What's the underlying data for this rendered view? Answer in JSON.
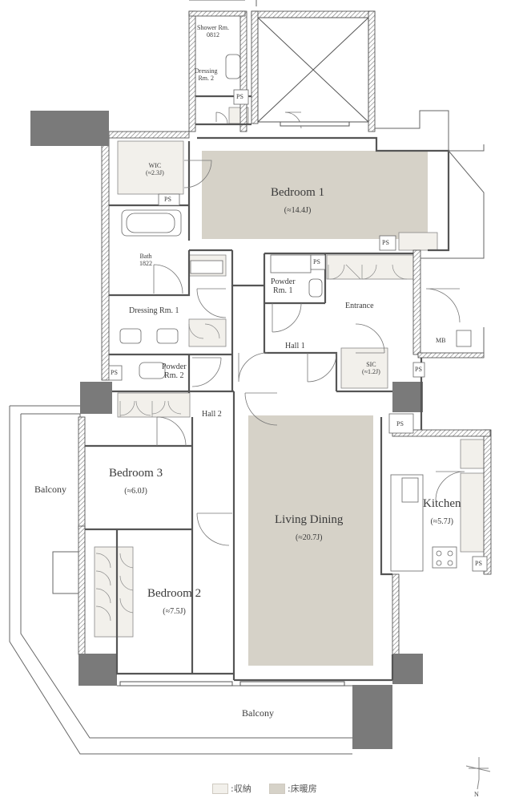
{
  "rooms": {
    "shower": {
      "name": "Shower Rm.",
      "size": "0812"
    },
    "dressing2": {
      "name": "Dressing",
      "name2": "Rm. 2"
    },
    "wic": {
      "name": "WIC",
      "area": "(≈2.3J)"
    },
    "bedroom1": {
      "name": "Bedroom 1",
      "area": "(≈14.4J)"
    },
    "bath": {
      "name": "Bath",
      "size": "1822"
    },
    "powder1": {
      "name": "Powder",
      "name2": "Rm. 1"
    },
    "entrance": {
      "name": "Entrance"
    },
    "mb": {
      "name": "MB"
    },
    "dressing1": {
      "name": "Dressing Rm. 1"
    },
    "hall1": {
      "name": "Hall 1"
    },
    "sic": {
      "name": "SIC",
      "area": "(≈1.2J)"
    },
    "powder2": {
      "name": "Powder",
      "name2": "Rm. 2"
    },
    "hall2": {
      "name": "Hall 2"
    },
    "bedroom3": {
      "name": "Bedroom 3",
      "area": "(≈6.0J)"
    },
    "balcony_west": {
      "name": "Balcony"
    },
    "living": {
      "name": "Living Dining",
      "area": "(≈20.7J)"
    },
    "kitchen": {
      "name": "Kitchen",
      "area": "(≈5.7J)"
    },
    "bedroom2": {
      "name": "Bedroom 2",
      "area": "(≈7.5J)"
    },
    "balcony_south": {
      "name": "Balcony"
    }
  },
  "ps_label": "PS",
  "legend": {
    "storage": ":収納",
    "floor_heating": ":床暖房"
  },
  "compass": {
    "label": "N"
  },
  "colors": {
    "floor_heating": "#d6d2c8",
    "storage": "#f2f0eb",
    "wall": "#555555"
  }
}
